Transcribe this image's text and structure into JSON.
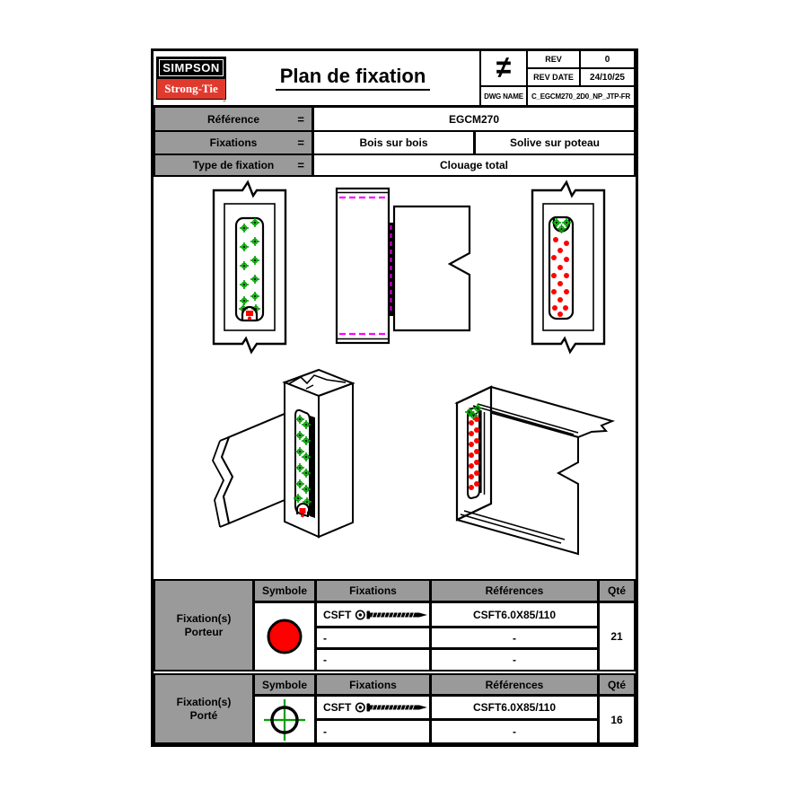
{
  "header": {
    "logo_line1": "SIMPSON",
    "logo_line2": "Strong-Tie",
    "logo_reg": "®",
    "title": "Plan de fixation",
    "projection_symbol": "≠",
    "rev_label": "REV",
    "rev_value": "0",
    "rev_date_label": "REV DATE",
    "rev_date_value": "24/10/25",
    "dwg_label": "DWG NAME",
    "dwg_value": "C_EGCM270_2D0_NP_JTP-FR"
  },
  "reference_table": {
    "rows": [
      {
        "label": "Référence",
        "eq": "=",
        "values": [
          "EGCM270"
        ]
      },
      {
        "label": "Fixations",
        "eq": "=",
        "values": [
          "Bois sur bois",
          "Solive sur poteau"
        ]
      },
      {
        "label": "Type de fixation",
        "eq": "=",
        "values": [
          "Clouage total"
        ]
      }
    ]
  },
  "porteur_table": {
    "group_line1": "Fixation(s)",
    "group_line2": "Porteur",
    "headers": [
      "Symbole",
      "Fixations",
      "Références",
      "Qté"
    ],
    "symbol": "red-filled-circle",
    "rows": [
      {
        "fixation": "CSFT",
        "reference": "CSFT6.0X85/110"
      },
      {
        "fixation": "-",
        "reference": "-"
      },
      {
        "fixation": "-",
        "reference": "-"
      }
    ],
    "qty": "21"
  },
  "porte_table": {
    "group_line1": "Fixation(s)",
    "group_line2": "Porté",
    "headers": [
      "Symbole",
      "Fixations",
      "Références",
      "Qté"
    ],
    "symbol": "green-crosshair-circle",
    "rows": [
      {
        "fixation": "CSFT",
        "reference": "CSFT6.0X85/110"
      },
      {
        "fixation": "-",
        "reference": "-"
      }
    ],
    "qty": "16"
  },
  "colors": {
    "logo_red": "#e03a2f",
    "table_gray": "#9a9a9a",
    "fastener_green": "#00a100",
    "fastener_red": "#ff0000",
    "hidden_magenta": "#ff00ff"
  }
}
